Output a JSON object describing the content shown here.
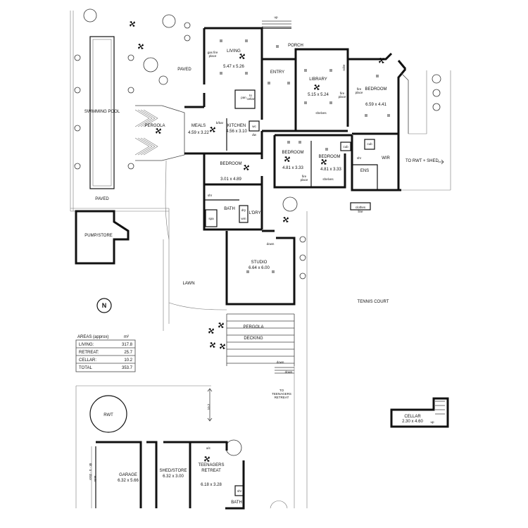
{
  "rooms": {
    "living": {
      "name": "LIVING",
      "dims": "5.47 x 5.26"
    },
    "gas_fire": {
      "line1": "gas fire",
      "line2": "place"
    },
    "porch": {
      "name": "PORCH"
    },
    "up_top": {
      "name": "up"
    },
    "entry": {
      "name": "ENTRY"
    },
    "library": {
      "name": "LIBRARY",
      "dims": "5.15 x 5.24"
    },
    "library_fire": {
      "line1": "fire",
      "line2": "place"
    },
    "library_shelves": {
      "name": "shelves"
    },
    "library_robe": {
      "name": "robe"
    },
    "bedroom1": {
      "name": "BEDROOM",
      "dims": "6.59 x 4.41"
    },
    "bedroom1_fire": {
      "line1": "fire",
      "line2": "place"
    },
    "pan": {
      "name": "pan"
    },
    "to_cellar": {
      "line1": "to",
      "line2": "cellar"
    },
    "meals": {
      "name": "MEALS",
      "dims": "4.59 x 3.22"
    },
    "bbar": {
      "name": "b/bar"
    },
    "kitchen": {
      "name": "KITCHEN",
      "dims": "4.56 x 3.10"
    },
    "wc_k": {
      "name": "wc"
    },
    "dw": {
      "name": "dw"
    },
    "pergola1": {
      "name": "PERGOLA"
    },
    "paved1": {
      "name": "PAVED"
    },
    "pool": {
      "name": "SWIMMING POOL"
    },
    "paved2": {
      "name": "PAVED"
    },
    "bedroom2": {
      "name": "BEDROOM",
      "dims": "3.01 x 4.89"
    },
    "bedroom3": {
      "name": "BEDROOM",
      "dims": "4.81 x 3.33"
    },
    "bedroom3_fire": {
      "line1": "fire",
      "line2": "place"
    },
    "bedroom4": {
      "name": "BEDROOM",
      "dims": "4.81 x 3.33"
    },
    "bedroom4_shelves": {
      "name": "shelves"
    },
    "cub1": {
      "name": "cub"
    },
    "cub2": {
      "name": "cub"
    },
    "shr_ens": {
      "name": "shr"
    },
    "wir": {
      "name": "WIR"
    },
    "ens": {
      "name": "ENS"
    },
    "to_rwt": {
      "name": "TO RWT + SHED"
    },
    "clothes_line": {
      "line1": "clothes",
      "line2": "line"
    },
    "shr_bath": {
      "name": "shr"
    },
    "bath": {
      "name": "BATH"
    },
    "spa": {
      "name": "spa"
    },
    "dry": {
      "name": "dry"
    },
    "wm": {
      "name": "wm"
    },
    "ldry": {
      "name": "L'DRY"
    },
    "pump": {
      "name": "PUMP/STORE"
    },
    "down1": {
      "name": "down"
    },
    "studio": {
      "name": "STUDIO",
      "dims": "6.64 x 6.00"
    },
    "lawn": {
      "name": "LAWN"
    },
    "tennis": {
      "name": "TENNIS COURT"
    },
    "north": {
      "name": "N"
    },
    "pergola2": {
      "name": "PERGOLA"
    },
    "decking": {
      "name": "DECKING"
    },
    "down2": {
      "name": "down"
    },
    "to_teen": {
      "line1": "TO",
      "line2": "TEENAGERS",
      "line3": "RETREAT"
    },
    "down3": {
      "name": "down"
    },
    "dim_102": {
      "name": "10.2"
    },
    "rwt": {
      "name": "RWT"
    },
    "cellar": {
      "name": "CELLAR",
      "dims": "2.30 x 4.60",
      "up": "up"
    },
    "garage": {
      "name": "GARAGE",
      "dims": "6.32 x 5.66"
    },
    "garage_door": {
      "name": "tilt - a - door"
    },
    "garage_door2": {
      "name": "auto"
    },
    "shed": {
      "name": "SHED/STORE",
      "dims": "6.32 x 3.00"
    },
    "teen": {
      "name": "TEENAGERS",
      "name2": "RETREAT",
      "dims": "6.18 x 3.28"
    },
    "ac": {
      "name": "a/c"
    },
    "shr_teen": {
      "name": "shr"
    },
    "bath_teen": {
      "name": "BATH"
    }
  },
  "areas": {
    "title": "AREAS (approx)",
    "unit": "m²",
    "rows": [
      {
        "label": "LIVING:",
        "value": "317.8"
      },
      {
        "label": "RETREAT:",
        "value": "25.7"
      },
      {
        "label": "CELLAR:",
        "value": "10.2"
      }
    ],
    "total": {
      "label": "TOTAL",
      "value": "353.7"
    }
  }
}
